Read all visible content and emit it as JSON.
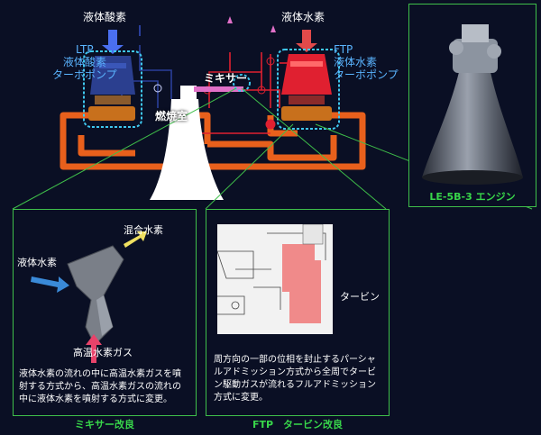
{
  "top": {
    "lox_label": "液体酸素",
    "lh2_label": "液体水素",
    "ltp_label": [
      "LTP",
      "液体酸素",
      "ターボポンプ"
    ],
    "ftp_label": [
      "FTP",
      "液体水素",
      "ターボポンプ"
    ],
    "mixer_label": "ミキサー",
    "chamber_label": "燃焼室"
  },
  "engine": {
    "caption": "LE-5B-3 エンジン"
  },
  "mixer_panel": {
    "mixed_h2_label": "混合水素",
    "liquid_h2_label": "液体水素",
    "hot_h2_gas_label": "高温水素ガス",
    "description": [
      "液体水素の流れの中に高温水素ガスを噴",
      "射する方式から、高温水素ガスの流れの",
      "中に液体水素を噴射する方式に変更。"
    ],
    "title": "ミキサー改良"
  },
  "ftp_panel": {
    "turbine_label": "タービン",
    "description": [
      "周方向の一部の位相を封止するパーシャ",
      "ルアドミッション方式から全周でタービ",
      "ン駆動ガスが流れるフルアドミッション",
      "方式に変更。"
    ],
    "title": "FTP　タービン改良"
  },
  "colors": {
    "background": "#0a0f24",
    "frame_green": "#3fbf4a",
    "highlight_cyan": "#3fc8f0",
    "flow_orange": "#e8601c",
    "flow_red": "#e02030",
    "label_blue": "#5ab4ff"
  }
}
